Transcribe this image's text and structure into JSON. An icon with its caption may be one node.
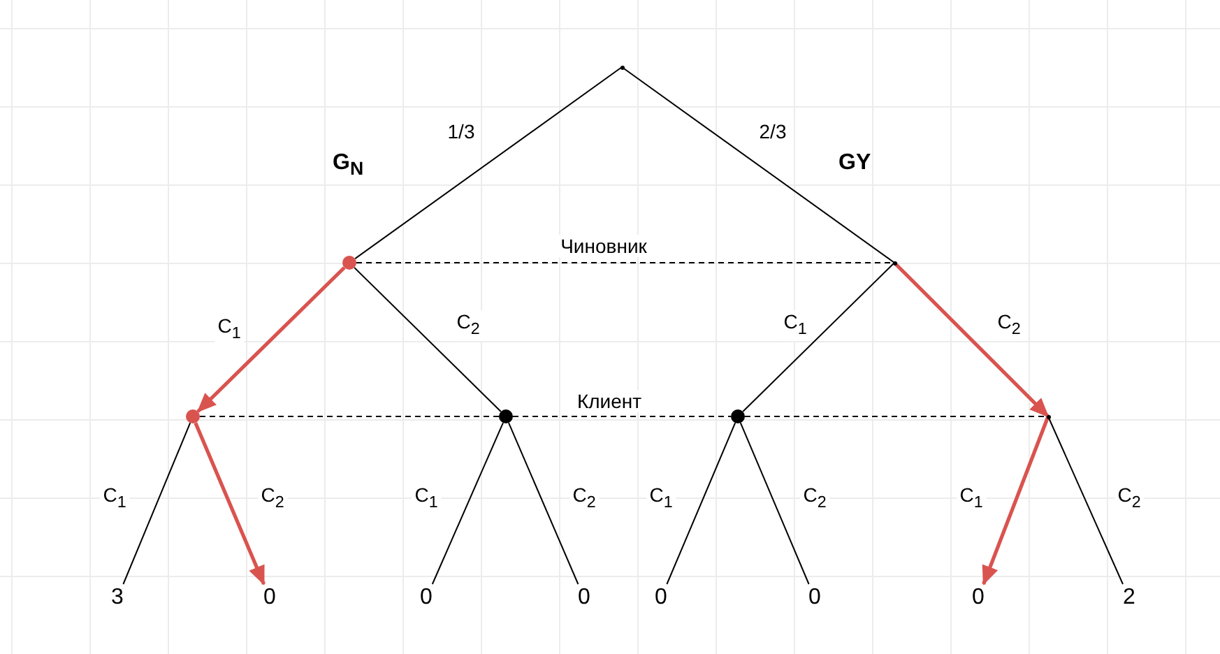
{
  "diagram": {
    "nodes": [
      {
        "text": [],
        "shape": "point"
      },
      {
        "text": [],
        "shape": "circle"
      },
      {
        "text": [],
        "shape": "point"
      },
      {
        "text": [],
        "shape": "circle"
      },
      {
        "text": [],
        "shape": "circle"
      },
      {
        "text": [],
        "shape": "circle"
      },
      {
        "text": [],
        "shape": "point"
      },
      {
        "text": [
          "3"
        ]
      },
      {
        "text": [
          "0"
        ]
      },
      {
        "text": [
          "0"
        ]
      },
      {
        "text": [
          "0"
        ]
      },
      {
        "text": [
          "0"
        ]
      },
      {
        "text": [
          "0"
        ]
      },
      {
        "text": [
          "0"
        ]
      },
      {
        "text": [
          "2"
        ]
      }
    ],
    "edges": [
      {
        "from": 0,
        "to": 1,
        "arrow": "none",
        "label": "1/3"
      },
      {
        "from": 0,
        "to": 2,
        "arrow": "none",
        "label": "2/3"
      },
      {
        "from": 1,
        "to": 2,
        "arrow": "none",
        "label": "Чиновник",
        "style": "dashed"
      },
      {
        "from": 1,
        "to": 3,
        "arrow": "to",
        "label": "C$_{1}$",
        "style": "thick",
        "color": "#d9534f"
      },
      {
        "from": 1,
        "to": 4,
        "arrow": "none",
        "label": "C$_{2}$"
      },
      {
        "from": 2,
        "to": 5,
        "arrow": "none",
        "label": "C$_{1}$"
      },
      {
        "from": 2,
        "to": 6,
        "arrow": "to",
        "label": "C$_{2}$",
        "style": "thick",
        "color": "#d9534f"
      },
      {
        "from": 3,
        "to": 4,
        "arrow": "none",
        "style": "dashed"
      },
      {
        "from": 4,
        "to": 5,
        "arrow": "none",
        "label": "Клиент",
        "style": "dashed"
      },
      {
        "from": 5,
        "to": 6,
        "arrow": "none",
        "style": "dashed"
      },
      {
        "from": 3,
        "to": 7,
        "arrow": "none",
        "label": "C$_{1}$"
      },
      {
        "from": 3,
        "to": 8,
        "arrow": "to",
        "label": "C$_{2}$",
        "style": "thick",
        "color": "#d9534f"
      },
      {
        "from": 4,
        "to": 9,
        "arrow": "none",
        "label": "C$_{1}$"
      },
      {
        "from": 4,
        "to": 10,
        "arrow": "none",
        "label": "C$_{2}$"
      },
      {
        "from": 5,
        "to": 11,
        "arrow": "none",
        "label": "C$_{1}$"
      },
      {
        "from": 5,
        "to": 12,
        "arrow": "none",
        "label": "C$_{2}$"
      },
      {
        "from": 6,
        "to": 13,
        "arrow": "to",
        "label": "C$_{1}$",
        "style": "thick",
        "color": "#d9534f"
      },
      {
        "from": 6,
        "to": 14,
        "arrow": "none",
        "label": "C$_{2}$"
      }
    ],
    "labels": [
      "G$_{N}$",
      "GY"
    ]
  }
}
